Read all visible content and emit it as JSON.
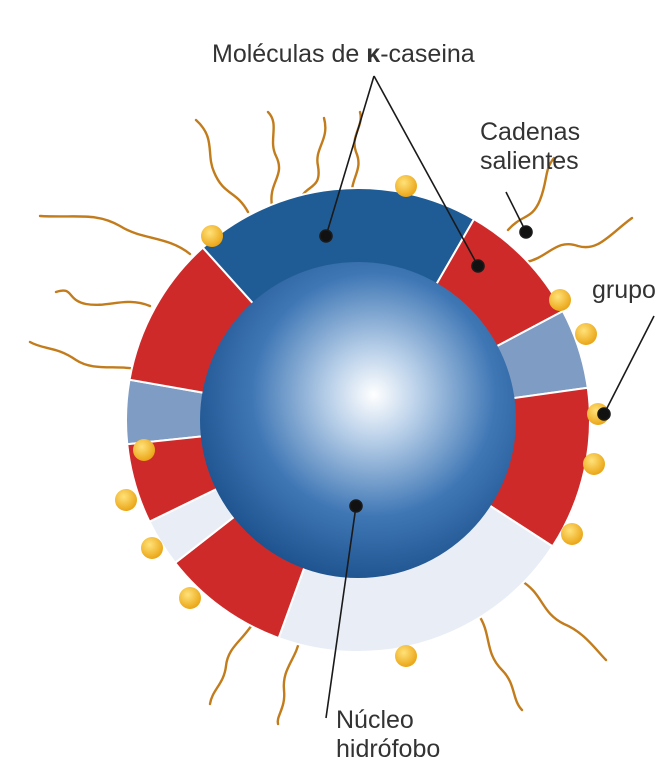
{
  "labels": {
    "kappa_molecules": {
      "prefix": "Moléculas de ",
      "symbol": "κ",
      "suffix": "-caseina"
    },
    "protruding_chains": {
      "line1": "Cadenas",
      "line2": "salientes"
    },
    "group": "grupo",
    "hydrophobic_core": {
      "line1": "Núcleo",
      "line2": "hidrófobo"
    }
  },
  "colors": {
    "kappa_segment": "#cf2a2a",
    "light_segment": "#e9eef6",
    "medium_segment": "#7f9cc4",
    "dark_segment": "#1f5c95",
    "group_dot": "#f2b21b",
    "chain": "#c27c1c",
    "core_light": "#ffffff",
    "core_dark": "#1a4f8a",
    "leader": "#1a1a1a"
  }
}
